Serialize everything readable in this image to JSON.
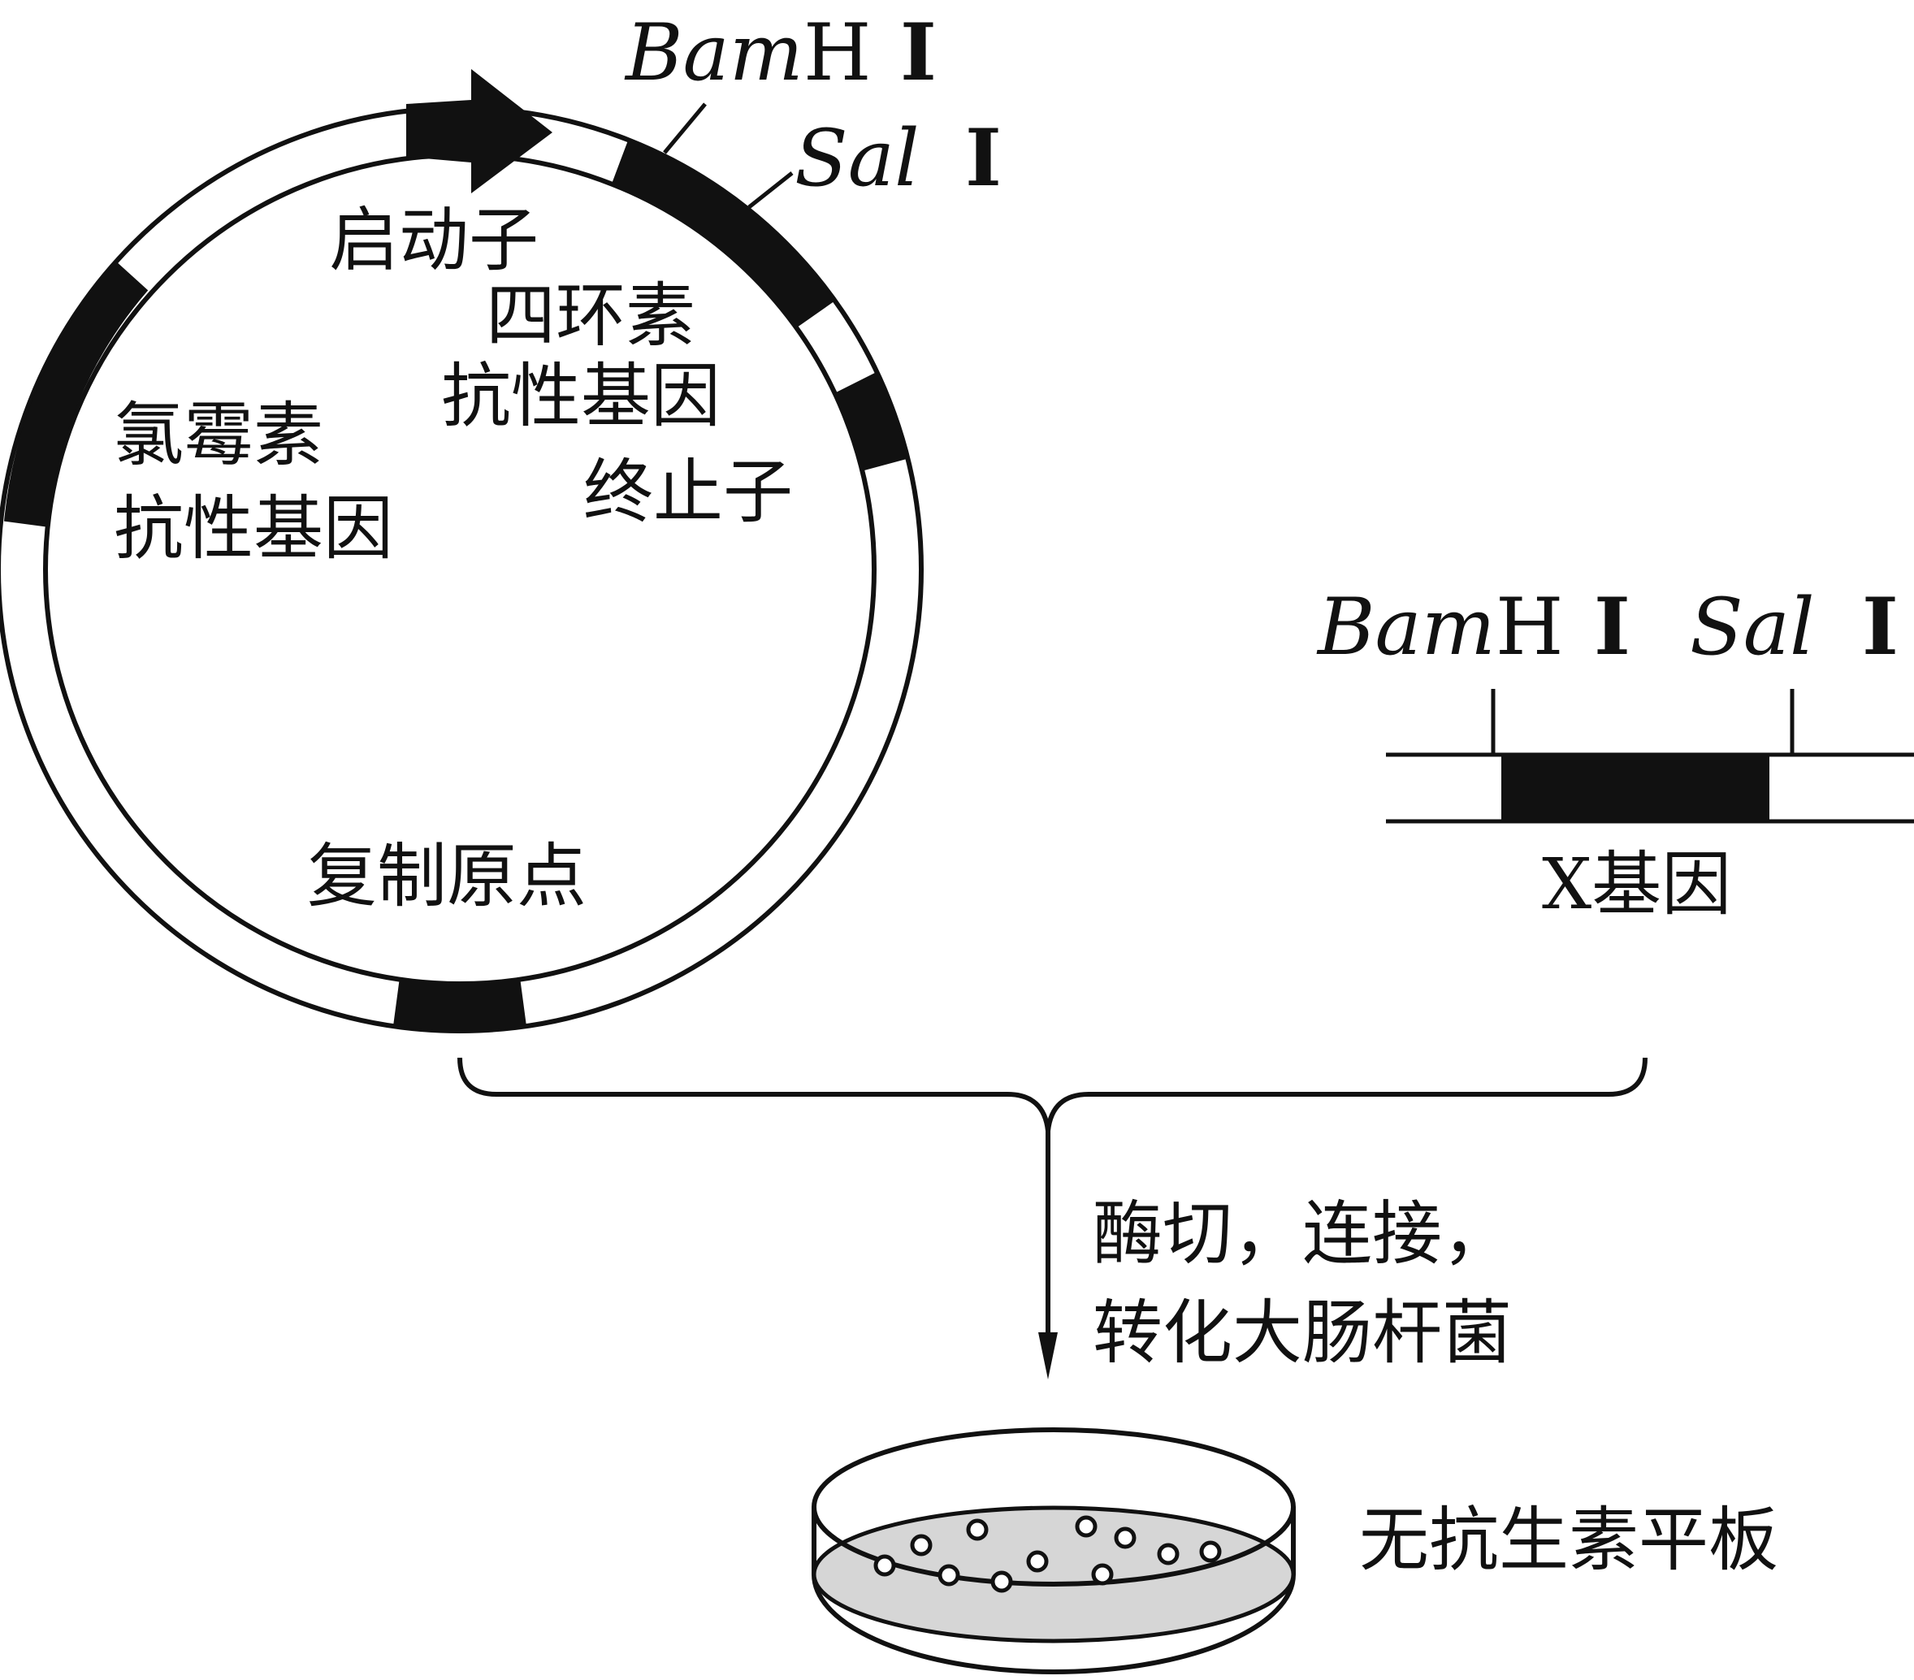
{
  "plasmid": {
    "promoter": "启动子",
    "tet_line1": "四环素",
    "tet_line2": "抗性基因",
    "cm_line1": "氯霉素",
    "cm_line2": "抗性基因",
    "terminator": "终止子",
    "origin": "复制原点",
    "site1_italic": "Bam",
    "site1_rest": "H",
    "site1_roman": "Ⅰ",
    "site2_italic": "Sal",
    "site2_roman": "Ⅰ"
  },
  "gene": {
    "site1_italic": "Bam",
    "site1_rest": "H",
    "site1_roman": "Ⅰ",
    "site2_italic": "Sal",
    "site2_roman": "Ⅰ",
    "label": "X基因"
  },
  "process": {
    "line1": "酶切，连接，",
    "line2": "转化大肠杆菌"
  },
  "plate": {
    "label": "无抗生素平板"
  },
  "colors": {
    "ink": "#111111",
    "plate_fill": "#d6d6d6"
  }
}
